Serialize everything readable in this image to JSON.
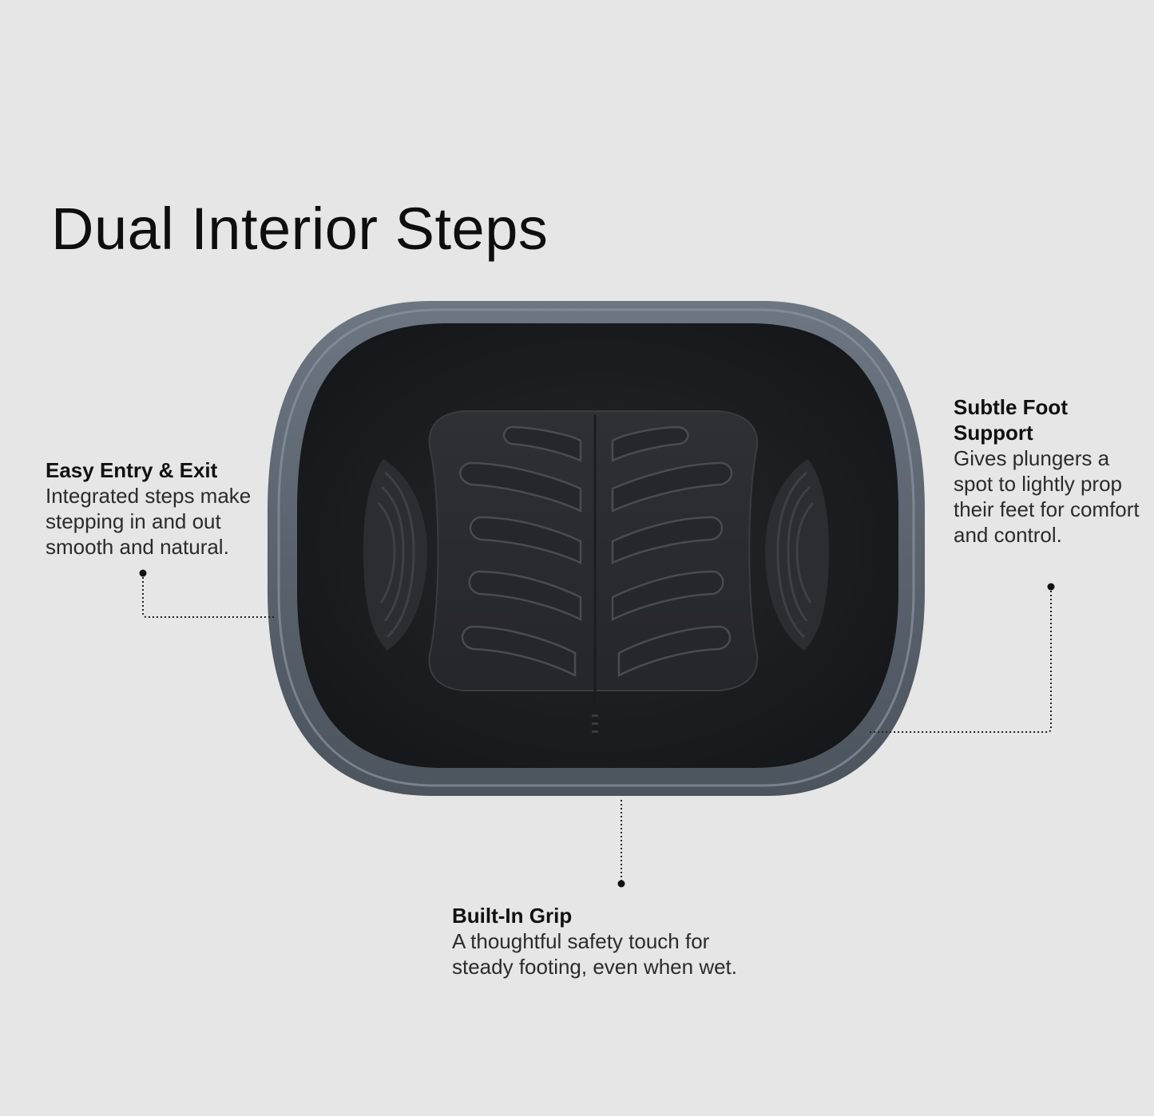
{
  "page": {
    "title": "Dual Interior Steps",
    "background_color": "#e6e6e6"
  },
  "product_image": {
    "icon": "bathtub-top-view-icon",
    "rim_color": "#5f6873",
    "interior_color": "#1e1f23",
    "mat_color": "#2b2c31"
  },
  "callouts": {
    "entry": {
      "title": "Easy Entry & Exit",
      "description": "Integrated steps make stepping in and out smooth and natural."
    },
    "foot_support": {
      "title": "Subtle Foot Support",
      "description": "Gives plungers a spot to lightly prop their feet for comfort and control."
    },
    "grip": {
      "title": "Built-In Grip",
      "description": "A thoughtful safety touch for steady footing, even when wet."
    }
  }
}
